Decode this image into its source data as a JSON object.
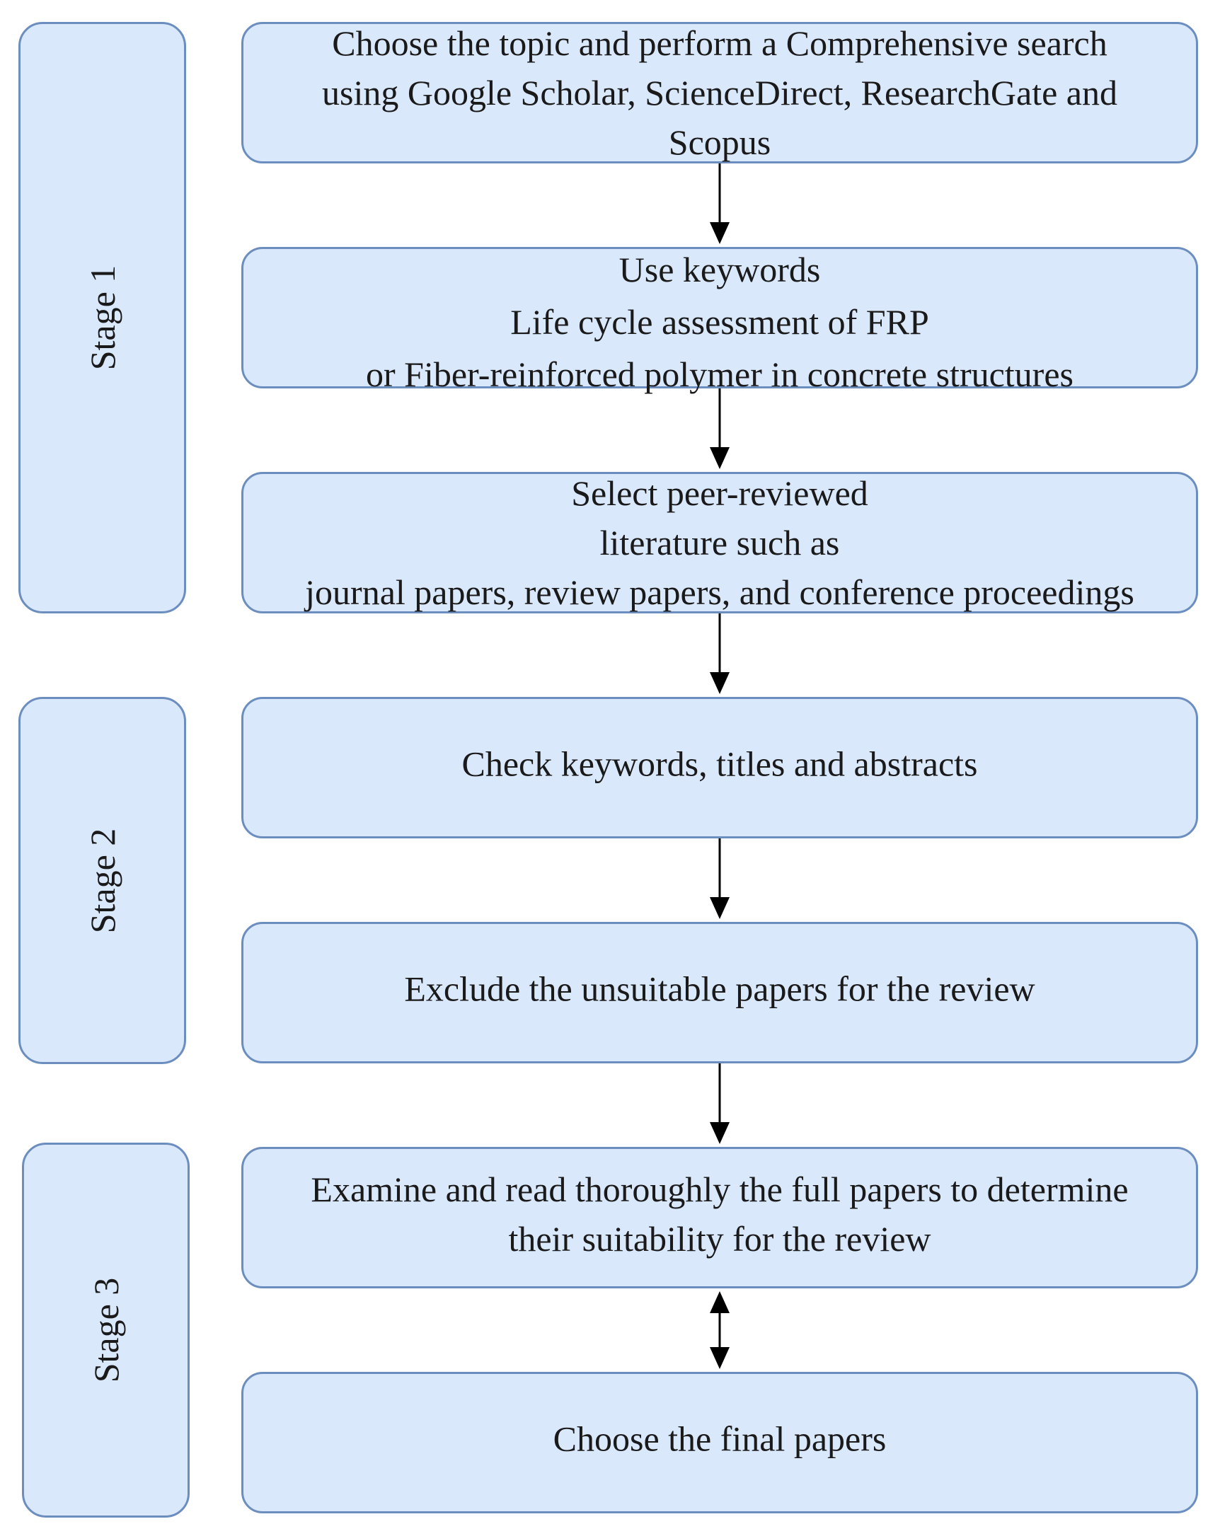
{
  "stages": [
    {
      "label": "Stage 1"
    },
    {
      "label": "Stage 2"
    },
    {
      "label": "Stage 3"
    }
  ],
  "steps": [
    {
      "text": "Choose the topic and perform a Comprehensive search\nusing Google Scholar, ScienceDirect, ResearchGate and\nScopus"
    },
    {
      "text": "Use keywords\nLife cycle assessment of FRP\nor Fiber-reinforced polymer in concrete structures"
    },
    {
      "text": "Select peer-reviewed\nliterature such as\njournal papers, review papers, and conference proceedings"
    },
    {
      "text": "Check keywords, titles and abstracts"
    },
    {
      "text": "Exclude the unsuitable papers for the review"
    },
    {
      "text": "Examine and read thoroughly the full papers to determine\ntheir suitability for the review"
    },
    {
      "text": "Choose the final papers"
    }
  ],
  "connectors": [
    {
      "from": 1,
      "to": 2,
      "type": "one-way"
    },
    {
      "from": 2,
      "to": 3,
      "type": "one-way"
    },
    {
      "from": 3,
      "to": 4,
      "type": "one-way"
    },
    {
      "from": 4,
      "to": 5,
      "type": "one-way"
    },
    {
      "from": 5,
      "to": 6,
      "type": "one-way"
    },
    {
      "from": 6,
      "to": 7,
      "type": "two-way"
    }
  ],
  "colors": {
    "box_fill": "#dae8fc",
    "box_border": "#6c8ebf",
    "arrow": "#000000",
    "text": "#1a1a1a"
  }
}
